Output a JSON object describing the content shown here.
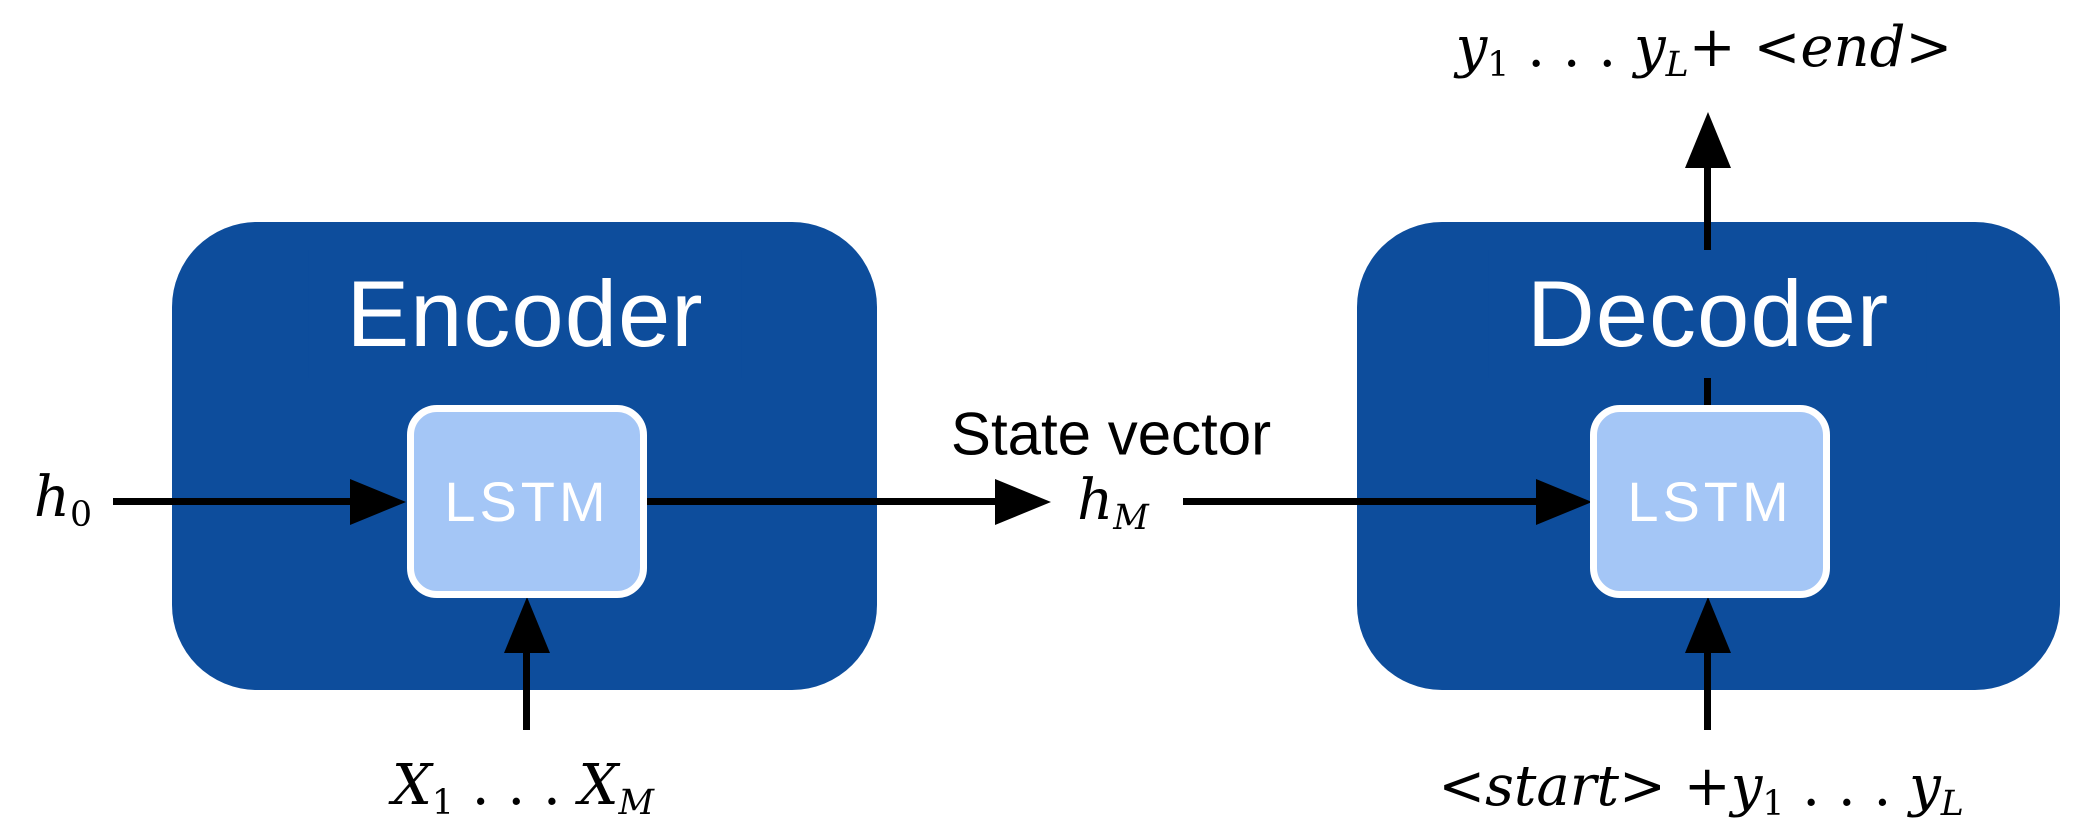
{
  "colors": {
    "box_fill": "#0d4d9c",
    "inner_fill": "#a4c6f6",
    "inner_border": "#ffffff",
    "title_text": "#ffffff",
    "arrow": "#000000",
    "background": "#ffffff"
  },
  "encoder": {
    "title": "Encoder",
    "cell": "LSTM"
  },
  "decoder": {
    "title": "Decoder",
    "cell": "LSTM"
  },
  "labels": {
    "initial_state": {
      "segments": [
        {
          "v": "h",
          "i": true
        },
        {
          "v": "0",
          "sub": true
        }
      ]
    },
    "encoder_inputs": {
      "segments": [
        {
          "v": "X",
          "i": true
        },
        {
          "v": "1",
          "sub": true
        },
        {
          "v": " . . . "
        },
        {
          "v": "X",
          "i": true
        },
        {
          "v": "M",
          "sub": true,
          "i": true
        }
      ]
    },
    "state_vector_caption": "State vector",
    "state_vector_symbol": {
      "segments": [
        {
          "v": "h",
          "i": true
        },
        {
          "v": "M",
          "sub": true,
          "i": true
        }
      ]
    },
    "decoder_outputs": {
      "segments": [
        {
          "v": "y",
          "i": true
        },
        {
          "v": "1",
          "sub": true
        },
        {
          "v": " . . . "
        },
        {
          "v": "y",
          "i": true
        },
        {
          "v": "L",
          "sub": true,
          "i": true
        },
        {
          "v": "+ "
        },
        {
          "v": "<end>",
          "i": true
        }
      ]
    },
    "decoder_inputs": {
      "segments": [
        {
          "v": "<start>",
          "i": true
        },
        {
          "v": " +"
        },
        {
          "v": "y",
          "i": true
        },
        {
          "v": "1",
          "sub": true
        },
        {
          "v": " . . . "
        },
        {
          "v": "y",
          "i": true
        },
        {
          "v": "L",
          "sub": true,
          "i": true
        }
      ]
    }
  }
}
